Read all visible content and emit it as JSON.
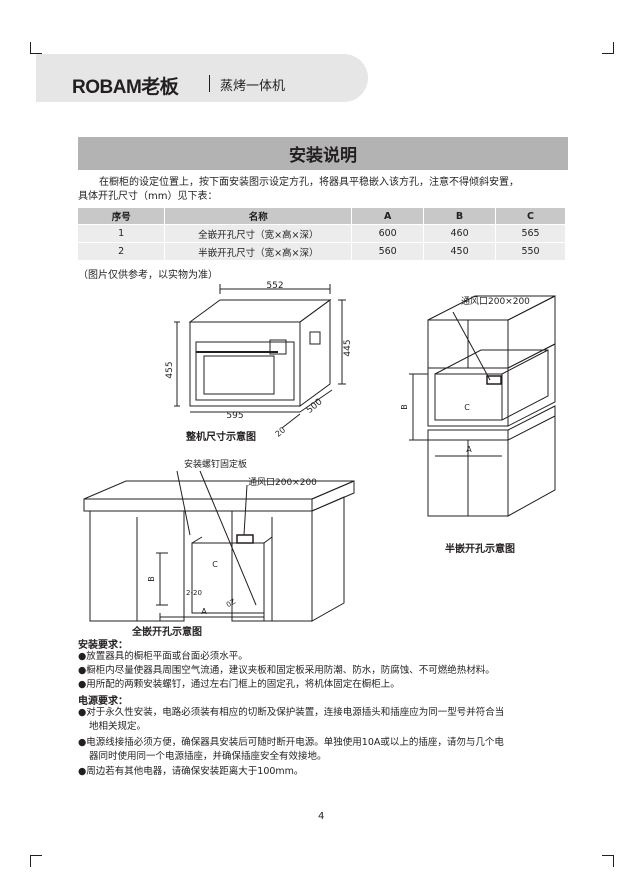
{
  "header": {
    "logo": "ROBAM老板",
    "product": "蒸烤一体机"
  },
  "title": "安装说明",
  "intro": {
    "line1": "在橱柜的设定位置上，按下面安装图示设定方孔，将器具平稳嵌入该方孔，注意不得倾斜安置，",
    "line2": "具体开孔尺寸（mm）见下表："
  },
  "table": {
    "headers": [
      "序号",
      "名称",
      "A",
      "B",
      "C"
    ],
    "rows": [
      [
        "1",
        "全嵌开孔尺寸（宽×高×深）",
        "600",
        "460",
        "565"
      ],
      [
        "2",
        "半嵌开孔尺寸（宽×高×深）",
        "560",
        "450",
        "550"
      ]
    ]
  },
  "note": "（图片仅供参考，以实物为准）",
  "figures": {
    "whole": {
      "caption": "整机尺寸示意图",
      "dims": {
        "top": "552",
        "left": "455",
        "right": "445",
        "bottom": "595",
        "depth": "500",
        "small": "20"
      }
    },
    "half": {
      "caption": "半嵌开孔示意图",
      "vent": "通风口200×200",
      "a": "A",
      "b": "B",
      "c": "C"
    },
    "full": {
      "caption": "全嵌开孔示意图",
      "screw": "安装螺钉固定板",
      "vent": "通风口200×200",
      "a": "A",
      "b": "B",
      "c": "C",
      "d1": "2-20",
      "d2": "0Z"
    }
  },
  "install_req": {
    "heading": "安装要求：",
    "items": [
      "●放置器具的橱柜平面或台面必须水平。",
      "●橱柜内尽量使器具周围空气流通，建议夹板和固定板采用防潮、防水，防腐蚀、不可燃绝热材料。",
      "●用所配的两颗安装螺钉，通过左右门框上的固定孔，将机体固定在橱柜上。"
    ]
  },
  "power_req": {
    "heading": "电源要求：",
    "items": [
      {
        "l1": "●对于永久性安装，电路必须装有相应的切断及保护装置，连接电源插头和插座应为同一型号并符合当",
        "l2": "地相关规定。"
      },
      {
        "l1": "●电源线接插必须方便，确保器具安装后可随时断开电源。单独使用10A或以上的插座，请勿与几个电",
        "l2": "器同时使用同一个电源插座，并确保插座安全有效接地。"
      },
      {
        "l1": "●周边若有其他电器，请确保安装距离大于100mm。",
        "l2": ""
      }
    ]
  },
  "page_number": "4"
}
